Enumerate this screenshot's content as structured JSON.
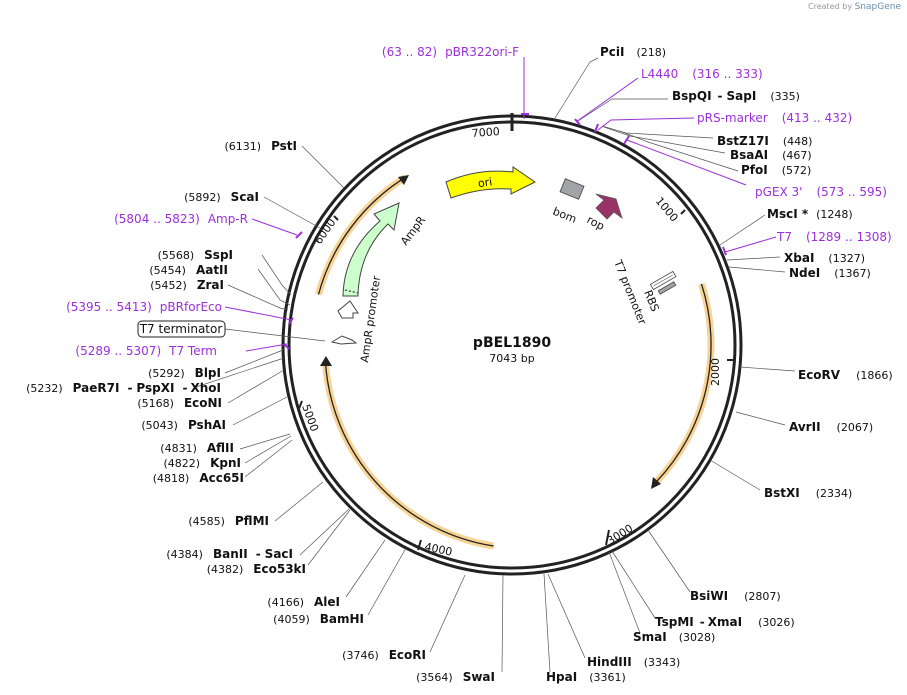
{
  "watermark": {
    "prefix": "Created by",
    "brand": "SnapGene"
  },
  "plasmid": {
    "name": "pBEL1890",
    "length_label": "7043 bp"
  },
  "ticks": [
    "1000",
    "2000",
    "3000",
    "4000",
    "5000",
    "6000",
    "7000"
  ],
  "features": [
    {
      "label": "ori"
    },
    {
      "label": "bom"
    },
    {
      "label": "rop"
    },
    {
      "label": "AmpR"
    },
    {
      "label": "AmpR promoter"
    },
    {
      "label": "T7 promoter"
    },
    {
      "label": "RBS"
    }
  ],
  "right_sites": [
    {
      "name": "PciI",
      "pos": "(218)"
    },
    {
      "name": "BspQI",
      "sep": "-",
      "name2": "SapI",
      "pos": "(335)"
    },
    {
      "name": "BstZ17I",
      "pos": "(448)"
    },
    {
      "name": "BsaAI",
      "pos": "(467)"
    },
    {
      "name": "PfoI",
      "pos": "(572)"
    },
    {
      "name": "MscI *",
      "pos": "(1248)"
    },
    {
      "name": "XbaI",
      "pos": "(1327)"
    },
    {
      "name": "NdeI",
      "pos": "(1367)"
    },
    {
      "name": "EcoRV",
      "pos": "(1866)"
    },
    {
      "name": "AvrII",
      "pos": "(2067)"
    },
    {
      "name": "BstXI",
      "pos": "(2334)"
    },
    {
      "name": "BsiWI",
      "pos": "(2807)"
    },
    {
      "name": "TspMI",
      "sep": "-",
      "name2": "XmaI",
      "pos": "(3026)"
    },
    {
      "name": "SmaI",
      "pos": "(3028)"
    },
    {
      "name": "HindIII",
      "pos": "(3343)"
    },
    {
      "name": "HpaI",
      "pos": "(3361)"
    }
  ],
  "left_sites": [
    {
      "name": "SwaI",
      "pos": "(3564)"
    },
    {
      "name": "EcoRI",
      "pos": "(3746)"
    },
    {
      "name": "BamHI",
      "pos": "(4059)"
    },
    {
      "name": "AleI",
      "pos": "(4166)"
    },
    {
      "name": "Eco53kI",
      "pos": "(4382)"
    },
    {
      "name": "BanII",
      "sep": "-",
      "name2": "SacI",
      "pos": "(4384)"
    },
    {
      "name": "PflMI",
      "pos": "(4585)"
    },
    {
      "name": "Acc65I",
      "pos": "(4818)"
    },
    {
      "name": "KpnI",
      "pos": "(4822)"
    },
    {
      "name": "AflII",
      "pos": "(4831)"
    },
    {
      "name": "PshAI",
      "pos": "(5043)"
    },
    {
      "name": "EcoNI",
      "pos": "(5168)"
    },
    {
      "name": "PaeR7I",
      "sep": "-",
      "name2": "PspXI",
      "sep2": "-",
      "name3": "XhoI",
      "pos": "(5232)"
    },
    {
      "name": "BlpI",
      "pos": "(5292)"
    },
    {
      "name": "ZraI",
      "pos": "(5452)"
    },
    {
      "name": "AatII",
      "pos": "(5454)"
    },
    {
      "name": "SspI",
      "pos": "(5568)"
    },
    {
      "name": "ScaI",
      "pos": "(5892)"
    },
    {
      "name": "PstI",
      "pos": "(6131)"
    }
  ],
  "primers": [
    {
      "range": "(63 .. 82)",
      "name": "pBR322ori-F"
    },
    {
      "name": "L4440",
      "range": "(316 .. 333)"
    },
    {
      "name": "pRS-marker",
      "range": "(413 .. 432)"
    },
    {
      "name": "pGEX 3'",
      "range": "(573 .. 595)"
    },
    {
      "name": "T7",
      "range": "(1289 .. 1308)"
    },
    {
      "range": "(5804 .. 5823)",
      "name": "Amp-R"
    },
    {
      "range": "(5395 .. 5413)",
      "name": "pBRforEco"
    },
    {
      "range": "(5289 .. 5307)",
      "name": "T7 Term"
    }
  ],
  "boxed_feature": {
    "label": "T7 terminator"
  },
  "colors": {
    "ori": "#ffff00",
    "AmpR": "#ccffcc",
    "rop": "#993366",
    "bom": "#a0a4a8",
    "primer": "#9b30d9",
    "orf": "#f0b44a"
  }
}
